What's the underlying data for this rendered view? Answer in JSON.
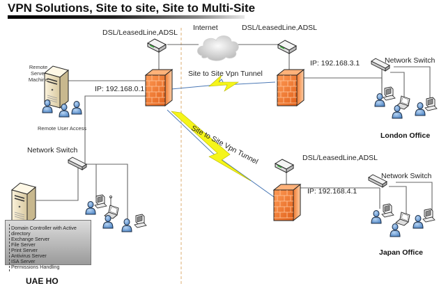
{
  "title": "VPN Solutions, Site to site, Site to Multi-Site",
  "colors": {
    "firewall": "#f07a30",
    "tunnel": "#f5f51a",
    "person": "#6fa0d8",
    "divider": "#e8c9a0",
    "line": "#555555"
  },
  "hq": {
    "name": "UAE HO",
    "modem_label": "DSL/LeasedLine,ADSL",
    "ip_label": "IP: 192.168.0.1",
    "remote_server_label": "Remote Server Machine",
    "remote_user_label": "Remote User Access",
    "switch_label": "Network Switch",
    "server_roles": [
      "Domain Controller with Active directory",
      "Exchange Server",
      "File Server",
      "Print Server",
      "Antivirus Server",
      "ISA Server",
      "Permissions Handling"
    ]
  },
  "internet": {
    "label": "Internet"
  },
  "tunnels": [
    {
      "label": "Site to Site Vpn Tunnel",
      "to": "London Office"
    },
    {
      "label": "Site to Site Vpn Tunnel",
      "to": "Japan Office"
    }
  ],
  "london": {
    "name": "London Office",
    "modem_label": "DSL/LeasedLine,ADSL",
    "ip_label": "IP: 192.168.3.1",
    "switch_label": "Network Switch"
  },
  "japan": {
    "name": "Japan Office",
    "modem_label": "DSL/LeasedLine,ADSL",
    "ip_label": "IP: 192.168.4.1",
    "switch_label": "Network Switch"
  },
  "icons": [
    "firewall-icon",
    "modem-icon",
    "server-icon",
    "person-icon",
    "workstation-icon",
    "laptop-icon",
    "switch-icon",
    "cloud-icon",
    "lightning-icon"
  ]
}
